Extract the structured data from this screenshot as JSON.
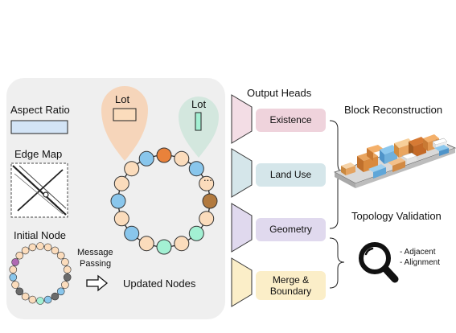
{
  "left_panel": {
    "aspect_ratio_label": "Aspect Ratio",
    "edge_map_label": "Edge Map",
    "initial_node_label": "Initial Node",
    "message_passing_line1": "Message",
    "message_passing_line2": "Passing",
    "updated_nodes_label": "Updated Nodes",
    "lot_label_1": "Lot",
    "lot_label_2": "Lot",
    "ellipsis": "..."
  },
  "output_heads": {
    "title": "Output Heads",
    "heads": [
      {
        "label_line1": "Existence",
        "label_line2": "",
        "color": "#efd3dc"
      },
      {
        "label_line1": "Land Use",
        "label_line2": "",
        "color": "#d5e6ea"
      },
      {
        "label_line1": "Geometry",
        "label_line2": "",
        "color": "#e0d9ee"
      },
      {
        "label_line1": "Merge &",
        "label_line2": "Boundary",
        "color": "#fbeec8"
      }
    ]
  },
  "right_panel": {
    "block_reconstruction_title": "Block Reconstruction",
    "topology_validation_title": "Topology Validation",
    "topology_items": [
      "- Adjacent",
      "- Alignment"
    ]
  },
  "colors": {
    "panel_bg": "#efefef",
    "node_peach": "#fbdcbc",
    "node_orange": "#e9823b",
    "node_blue": "#89c6ec",
    "node_brown": "#b27a3f",
    "node_mint": "#a3f0d3",
    "node_gray": "#6b6b6b",
    "node_purple": "#b06ab3",
    "aspect_box": "#d3e4f6",
    "lot_box_peach": "#fbdcbc",
    "lot_box_mint": "#a3f0d3"
  }
}
